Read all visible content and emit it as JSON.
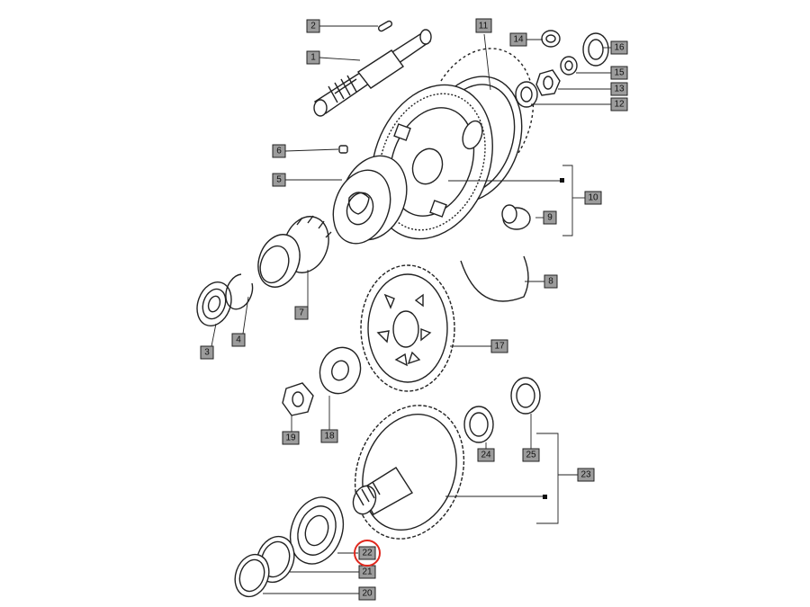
{
  "diagram": {
    "labels": [
      "1",
      "2",
      "3",
      "4",
      "5",
      "6",
      "7",
      "8",
      "9",
      "10",
      "11",
      "12",
      "13",
      "14",
      "15",
      "16",
      "17",
      "18",
      "19",
      "20",
      "21",
      "22",
      "23",
      "24",
      "25"
    ],
    "highlight": {
      "label": "22",
      "color": "#e0281e"
    },
    "colors": {
      "label_fill": "#9c9c9c",
      "line": "#222222"
    }
  }
}
